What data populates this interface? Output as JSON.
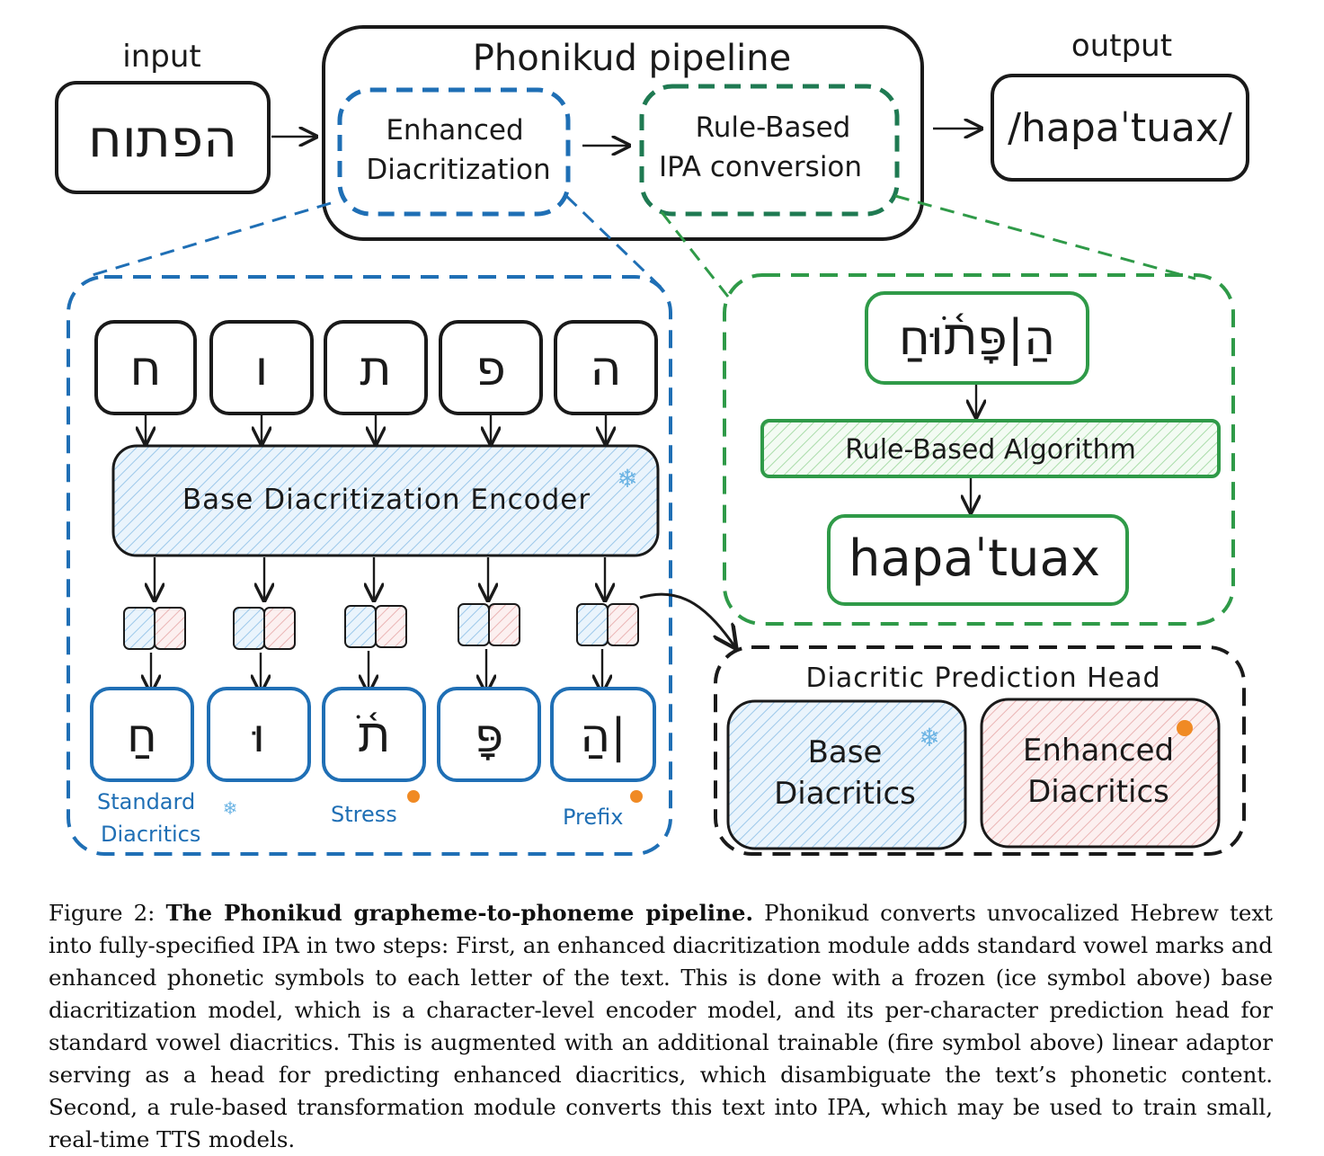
{
  "header": {
    "input_label": "input",
    "input_word": "הפתוח",
    "pipeline_title": "Phonikud pipeline",
    "stage1_line1": "Enhanced",
    "stage1_line2": "Diacritization",
    "stage2_line1": "Rule-Based",
    "stage2_line2": "IPA conversion",
    "output_label": "output",
    "output_ipa": "/hapaˈtuax/"
  },
  "encoder_panel": {
    "input_letters": [
      "ח",
      "ו",
      "ת",
      "פ",
      "ה"
    ],
    "encoder_label": "Base Diacritization Encoder",
    "output_letters": [
      "חַ",
      "וּ",
      "תֹ֫",
      "פָּ",
      "הַ|"
    ],
    "legend_standard_line1": "Standard",
    "legend_standard_line2": "Diacritics",
    "legend_stress": "Stress",
    "legend_prefix": "Prefix"
  },
  "rule_panel": {
    "vocalized_word": "הַ|פָּתֹ֫וּחַ",
    "algorithm_label": "Rule-Based Algorithm",
    "ipa_result": "hapaˈtuax"
  },
  "head_panel": {
    "title": "Diacritic Prediction Head",
    "base_line1": "Base",
    "base_line2": "Diacritics",
    "enhanced_line1": "Enhanced",
    "enhanced_line2": "Diacritics"
  },
  "caption": {
    "prefix": "Figure 2: ",
    "bold": "The Phonikud grapheme-to-phoneme pipeline.",
    "body": " Phonikud converts unvocalized Hebrew text into fully-specified IPA in two steps: First, an enhanced diacritization module adds standard vowel marks and enhanced phonetic symbols to each letter of the text. This is done with a frozen (ice symbol above) base diacritization model, which is a character-level encoder model, and its per-character prediction head for standard vowel diacritics. This is augmented with an additional trainable (fire symbol above) linear adaptor serving as a head for predicting enhanced diacritics, which disambiguate the text’s phonetic content. Second, a rule-based transformation module converts this text into IPA, which may be used to train small, real-time TTS models."
  },
  "colors": {
    "blue": "#1f6fb5",
    "green": "#2f9a48",
    "dark_green": "#1f7a52",
    "ink": "#1a1a1a",
    "frozen_fill": "#cfe6f7",
    "trainable_fill": "#f6d2d2"
  },
  "icons": {
    "frozen": "snowflake-icon",
    "trainable": "fire-icon"
  }
}
